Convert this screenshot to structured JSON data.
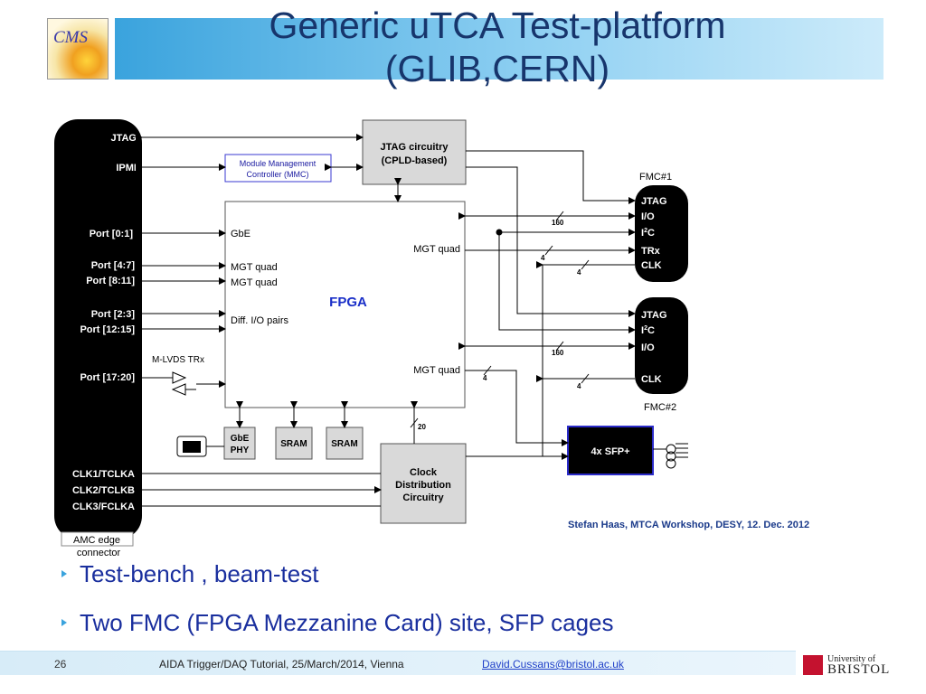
{
  "title": {
    "line1": "Generic uTCA Test-platform",
    "line2": "(GLIB,CERN)"
  },
  "logo": {
    "text": "CMS"
  },
  "diagram": {
    "connector_labels": [
      "JTAG",
      "IPMI",
      "Port [0:1]",
      "Port [4:7]",
      "Port [8:11]",
      "Port [2:3]",
      "Port [12:15]",
      "Port [17:20]",
      "CLK1/TCLKA",
      "CLK2/TCLKB",
      "CLK3/FCLKA"
    ],
    "amc_edge": "AMC edge",
    "connector": "connector",
    "mlvds": "M-LVDS TRx",
    "mmc": {
      "line1": "Module Management",
      "line2": "Controller (MMC)"
    },
    "jtag_circuitry": {
      "line1": "JTAG circuitry",
      "line2": "(CPLD-based)"
    },
    "fpga": {
      "title": "FPGA",
      "gbe": "GbE",
      "mgt_quad_1": "MGT quad",
      "mgt_quad_2": "MGT quad",
      "diff_io": "Diff. I/O pairs",
      "mgt_quad_right_1": "MGT quad",
      "mgt_quad_right_2": "MGT quad"
    },
    "gbe_phy": {
      "line1": "GbE",
      "line2": "PHY"
    },
    "sram_1": "SRAM",
    "sram_2": "SRAM",
    "clock": {
      "line1": "Clock",
      "line2": "Distribution",
      "line3": "Circuitry"
    },
    "fmc1": {
      "label": "FMC#1",
      "jtag": "JTAG",
      "io": "I/O",
      "i2c": "I",
      "i2c_sup": "2",
      "i2c_end": "C",
      "trx": "TRx",
      "clk": "CLK"
    },
    "fmc2": {
      "label": "FMC#2",
      "jtag": "JTAG",
      "i2c": "I",
      "i2c_sup": "2",
      "i2c_end": "C",
      "io": "I/O",
      "clk": "CLK"
    },
    "sfp": "4x SFP+",
    "bus_160_a": "160",
    "bus_160_b": "160",
    "bus_4_a": "4",
    "bus_4_b": "4",
    "bus_4_c": "4",
    "bus_4_d": "4",
    "bus_20": "20"
  },
  "credit": "Stefan Haas, MTCA Workshop, DESY, 12. Dec. 2012",
  "bullets": [
    "Test-bench , beam-test",
    "Two FMC (FPGA Mezzanine Card) site, SFP cages"
  ],
  "footer": {
    "page": "26",
    "conference": "AIDA Trigger/DAQ Tutorial, 25/March/2014, Vienna",
    "email": "David.Cussans@bristol.ac.uk"
  },
  "bristol": {
    "line1": "University of",
    "line2": "BRISTOL"
  },
  "colors": {
    "title": "#17356c",
    "bullet": "#1a2f9e",
    "fpga_title": "#1a2fc8",
    "mmc_border": "#3a3ad0",
    "sfp_border": "#2a2ac8"
  }
}
